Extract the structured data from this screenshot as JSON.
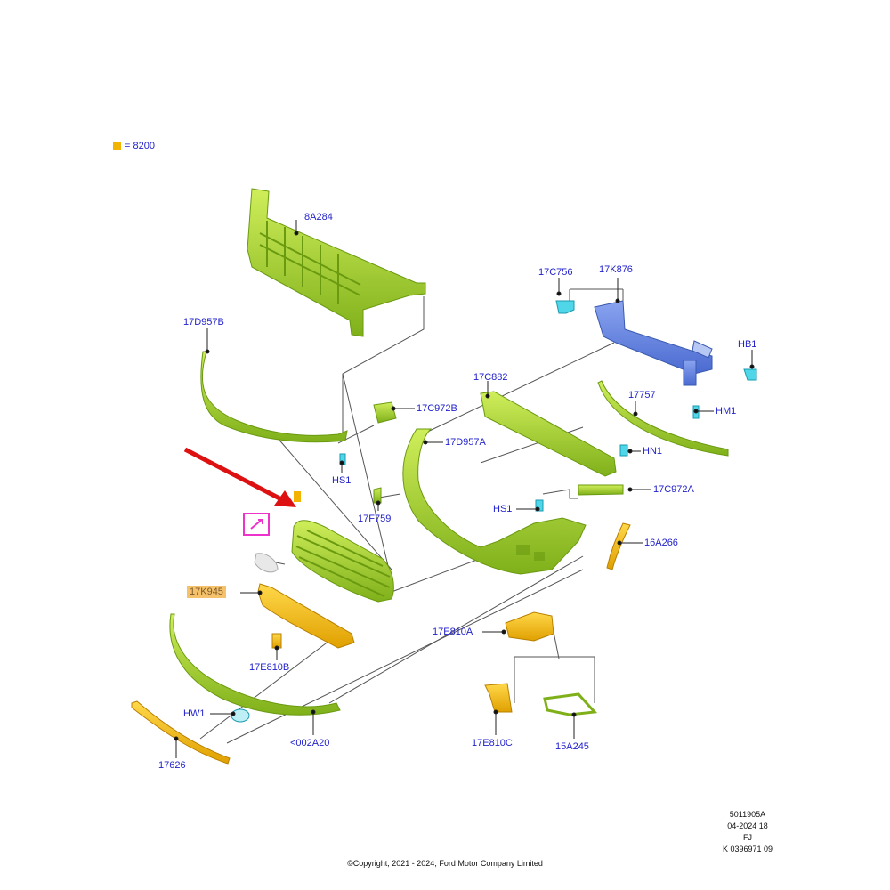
{
  "legend": {
    "swatch_color": "#f2b400",
    "text": "= 8200"
  },
  "parts": {
    "p8A284": "8A284",
    "p17D957B": "17D957B",
    "p17C756": "17C756",
    "p17K876": "17K876",
    "pHB1": "HB1",
    "p17C882": "17C882",
    "p17757": "17757",
    "pHM1": "HM1",
    "p17C972B": "17C972B",
    "pHS1a": "HS1",
    "p17D957A": "17D957A",
    "pHN1": "HN1",
    "p17F759": "17F759",
    "pHS1b": "HS1",
    "p17C972A": "17C972A",
    "p16A266": "16A266",
    "p17K945": "17K945",
    "p17E810A": "17E810A",
    "p17E810B": "17E810B",
    "pHW1": "HW1",
    "p002A20": "<002A20",
    "p17626": "17626",
    "p17E810C": "17E810C",
    "p15A245": "15A245"
  },
  "reference": {
    "line1": "5011905A",
    "line2": "04-2024 18",
    "line3": "FJ",
    "line4": "K 0396971 09"
  },
  "copyright": "©Copyright, 2021 - 2024, Ford Motor Company Limited",
  "colors": {
    "part_green": "#a8d82a",
    "part_yellow": "#f2b400",
    "part_blue": "#5a7fe0",
    "fastener_cyan": "#4fd6e8",
    "label_blue": "#2222cc",
    "arrow_red": "#dd1111",
    "highlight_magenta": "#ee33cc"
  }
}
